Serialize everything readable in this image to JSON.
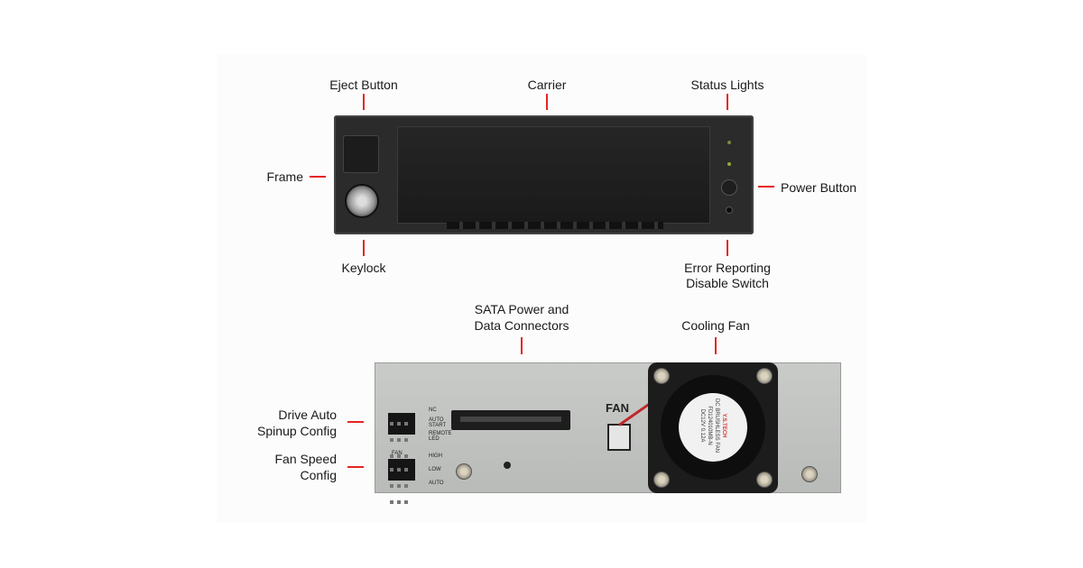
{
  "top_labels": {
    "eject_button": "Eject Button",
    "carrier": "Carrier",
    "status_lights": "Status Lights",
    "frame": "Frame",
    "power_button": "Power Button",
    "keylock": "Keylock",
    "error_switch_line1": "Error Reporting",
    "error_switch_line2": "Disable Switch"
  },
  "bottom_labels": {
    "sata_line1": "SATA Power and",
    "sata_line2": "Data Connectors",
    "cooling_fan": "Cooling Fan",
    "drive_auto_line1": "Drive Auto",
    "drive_auto_line2": "Spinup Config",
    "fan_speed_line1": "Fan Speed",
    "fan_speed_line2": "Config"
  },
  "board_print": {
    "nc": "NC",
    "auto_start": "AUTO START",
    "remote_led": "REMOTE LED",
    "fan_header": "FAN",
    "high": "HIGH",
    "low": "LOW",
    "auto": "AUTO",
    "fan_connector": "FAN"
  },
  "fan_sticker": {
    "brand": "Y.S.TECH",
    "type": "DC BRUSHLESS FAN",
    "model": "FD124010MB-N",
    "rating": "DC12V 0.12A"
  },
  "colors": {
    "callout": "#e52521"
  }
}
